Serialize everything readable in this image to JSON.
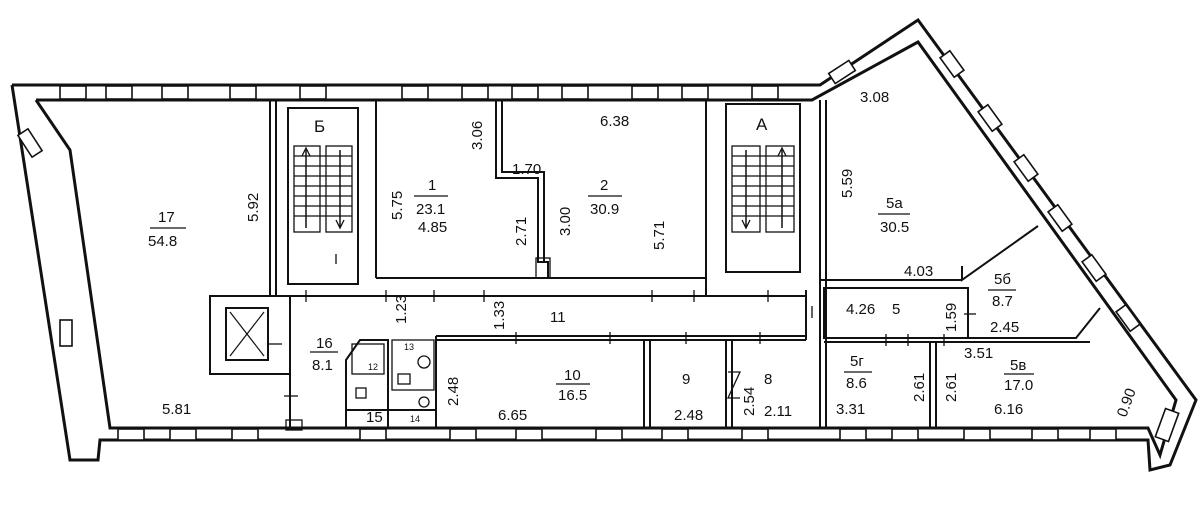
{
  "staircases": {
    "b": "Б",
    "a": "А"
  },
  "rooms": {
    "r17": {
      "num": "17",
      "area": "54.8"
    },
    "r1": {
      "num": "1",
      "area": "23.1"
    },
    "r2": {
      "num": "2",
      "area": "30.9"
    },
    "r5a": {
      "num": "5а",
      "area": "30.5"
    },
    "r5b": {
      "num": "5б",
      "area": "8.7"
    },
    "r5": {
      "num": "5"
    },
    "r16": {
      "num": "16",
      "area": "8.1"
    },
    "r11": {
      "num": "11"
    },
    "r10": {
      "num": "10",
      "area": "16.5"
    },
    "r9": {
      "num": "9"
    },
    "r8": {
      "num": "8"
    },
    "r5g": {
      "num": "5г",
      "area": "8.6"
    },
    "r5v": {
      "num": "5в",
      "area": "17.0"
    },
    "r12": {
      "num": "12"
    },
    "r13": {
      "num": "13"
    },
    "r14": {
      "num": "14"
    },
    "r15": {
      "num": "15"
    }
  },
  "dimensions": {
    "d592": "5.92",
    "d581": "5.81",
    "d306": "3.06",
    "d575": "5.75",
    "d485": "4.85",
    "d271": "2.71",
    "d170": "1.70",
    "d300": "3.00",
    "d638": "6.38",
    "d571": "5.71",
    "d308": "3.08",
    "d559": "5.59",
    "d403": "4.03",
    "d426": "4.26",
    "d159": "1.59",
    "d245": "2.45",
    "d123": "1.23",
    "d133": "1.33",
    "d248v": "2.48",
    "d665": "6.65",
    "d248h": "2.48",
    "d254": "2.54",
    "d211": "2.11",
    "d351": "3.51",
    "d261a": "2.61",
    "d261b": "2.61",
    "d331": "3.31",
    "d616": "6.16",
    "d090": "0.90"
  }
}
